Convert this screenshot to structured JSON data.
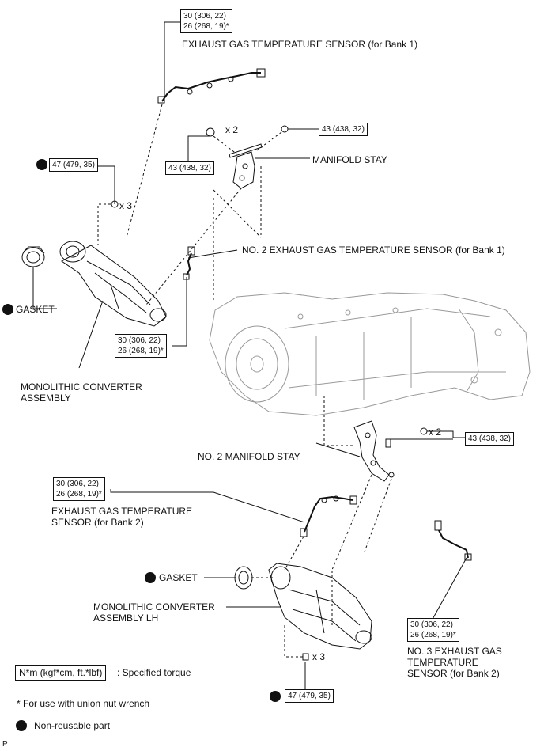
{
  "torque_exhaust_sensor_1": {
    "line1": "30 (306, 22)",
    "line2": "26 (268, 19)*"
  },
  "label_exhaust_sensor_bank1": "EXHAUST GAS TEMPERATURE SENSOR (for Bank 1)",
  "qty_stay_bolts": "x 2",
  "torque_manifold_stay_left": "43 (438, 32)",
  "torque_manifold_stay_right": "43 (438, 32)",
  "label_manifold_stay": "MANIFOLD STAY",
  "torque_nut_upper": "47 (479, 35)",
  "qty_nuts_upper": "x 3",
  "label_no2_exhaust_sensor_bank1": "NO. 2 EXHAUST GAS TEMPERATURE SENSOR (for Bank 1)",
  "label_gasket_upper": "GASKET",
  "torque_no2_sensor": {
    "line1": "30 (306, 22)",
    "line2": "26 (268, 19)*"
  },
  "label_monolithic_converter": {
    "line1": "MONOLITHIC CONVERTER",
    "line2": "ASSEMBLY"
  },
  "qty_no2_stay_bolts": "x 2",
  "torque_no2_stay": "43 (438, 32)",
  "label_no2_manifold_stay": "NO. 2 MANIFOLD STAY",
  "torque_exhaust_sensor_bank2": {
    "line1": "30 (306, 22)",
    "line2": "26 (268, 19)*"
  },
  "label_exhaust_sensor_bank2": {
    "line1": "EXHAUST GAS TEMPERATURE",
    "line2": "SENSOR (for Bank 2)"
  },
  "label_gasket_lower": "GASKET",
  "label_monolithic_converter_lh": {
    "line1": "MONOLITHIC CONVERTER",
    "line2": "ASSEMBLY LH"
  },
  "torque_no3_sensor": {
    "line1": "30 (306, 22)",
    "line2": "26 (268, 19)*"
  },
  "label_no3_sensor": {
    "line1": "NO. 3 EXHAUST GAS",
    "line2": "TEMPERATURE",
    "line3": "SENSOR (for Bank 2)"
  },
  "qty_nuts_lower": "x 3",
  "torque_nut_lower": "47 (479, 35)",
  "legend": {
    "torque_unit": "N*m (kgf*cm, ft.*lbf)",
    "torque_desc": ": Specified torque",
    "union_note": "* For use with union nut wrench",
    "non_reusable": "Non-reusable part"
  },
  "corner_mark": "P"
}
